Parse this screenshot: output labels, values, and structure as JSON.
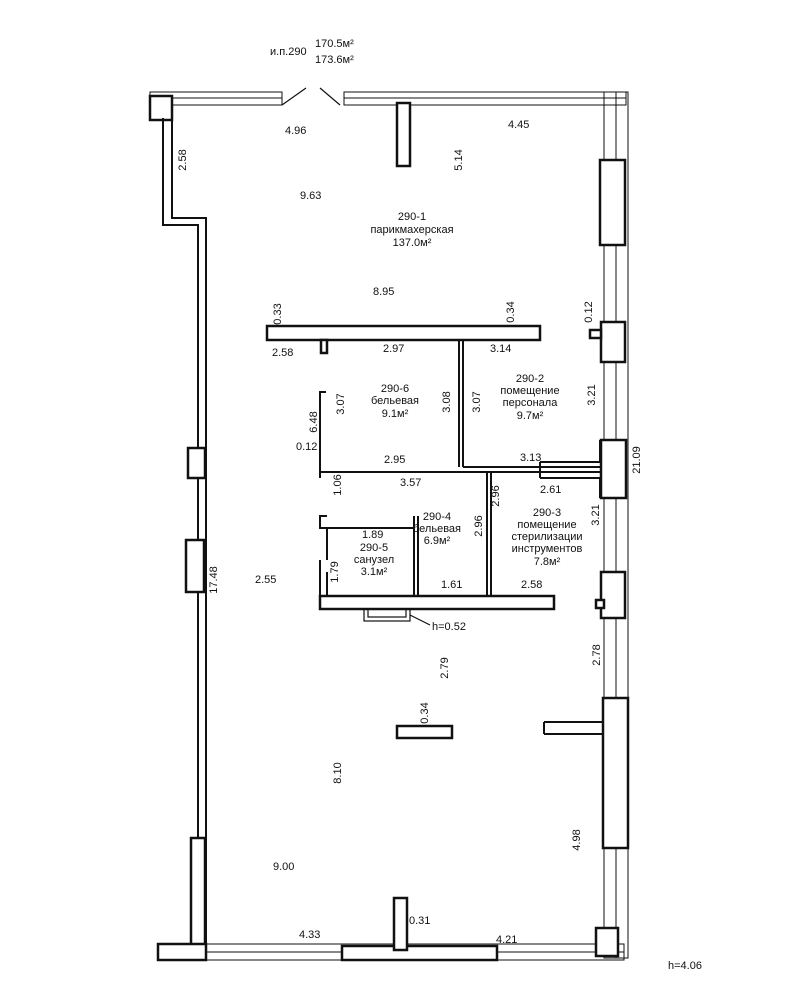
{
  "header": {
    "unit": "и.п.290",
    "area_1": "170.5м²",
    "area_2": "173.6м²"
  },
  "rooms": [
    {
      "id": "290-1",
      "name": "парикмахерская",
      "area": "137.0м²"
    },
    {
      "id": "290-2",
      "name": "помещение персонала",
      "name_1": "помещение",
      "name_2": "персонала",
      "area": "9.7м²"
    },
    {
      "id": "290-3",
      "name": "помещение стерилизации инструментов",
      "name_1": "помещение",
      "name_2": "стерилизации",
      "name_3": "инструментов",
      "area": "7.8м²"
    },
    {
      "id": "290-4",
      "name": "бельевая",
      "area": "6.9м²"
    },
    {
      "id": "290-5",
      "name": "санузел",
      "area": "3.1м²"
    },
    {
      "id": "290-6",
      "name": "бельевая",
      "area": "9.1м²"
    }
  ],
  "dimensions": {
    "top_left_wall": "4.96",
    "top_right_wall": "4.45",
    "left_upper": "2.58",
    "pillar_top": "5.14",
    "hall_width_upper": "9.63",
    "hall_width_mid": "8.95",
    "partition_a": "0.33",
    "partition_b": "0.34",
    "right_gap": "0.12",
    "left_offset": "2.58",
    "room6_top": "2.97",
    "room2_top": "3.14",
    "room6_side_a": "3.07",
    "room6_side_b": "3.08",
    "room2_side_a": "3.07",
    "room2_side_b": "3.21",
    "room6_depth": "6.48",
    "wall_012": "0.12",
    "room6_bottom": "2.95",
    "room2_bottom": "3.13",
    "total_right": "21.09",
    "corridor_h": "1.06",
    "corridor_w": "3.57",
    "room3_top": "2.61",
    "room3_side_a": "2.96",
    "room4_side": "2.96",
    "room3_side_b": "3.21",
    "room5_w": "1.89",
    "room5_h": "1.79",
    "left_total": "17.48",
    "hall_mid_w": "2.55",
    "room4_bottom": "1.61",
    "room3_bottom": "2.58",
    "step_h": "h=0.52",
    "right_lower": "2.78",
    "column_h": "2.79",
    "column_w": "0.34",
    "hall_depth": "8.10",
    "right_bottom": "4.98",
    "hall_width_lower": "9.00",
    "bottom_left": "4.33",
    "bottom_pillar": "0.31",
    "bottom_right": "4.21",
    "ceiling_h": "h=4.06"
  }
}
